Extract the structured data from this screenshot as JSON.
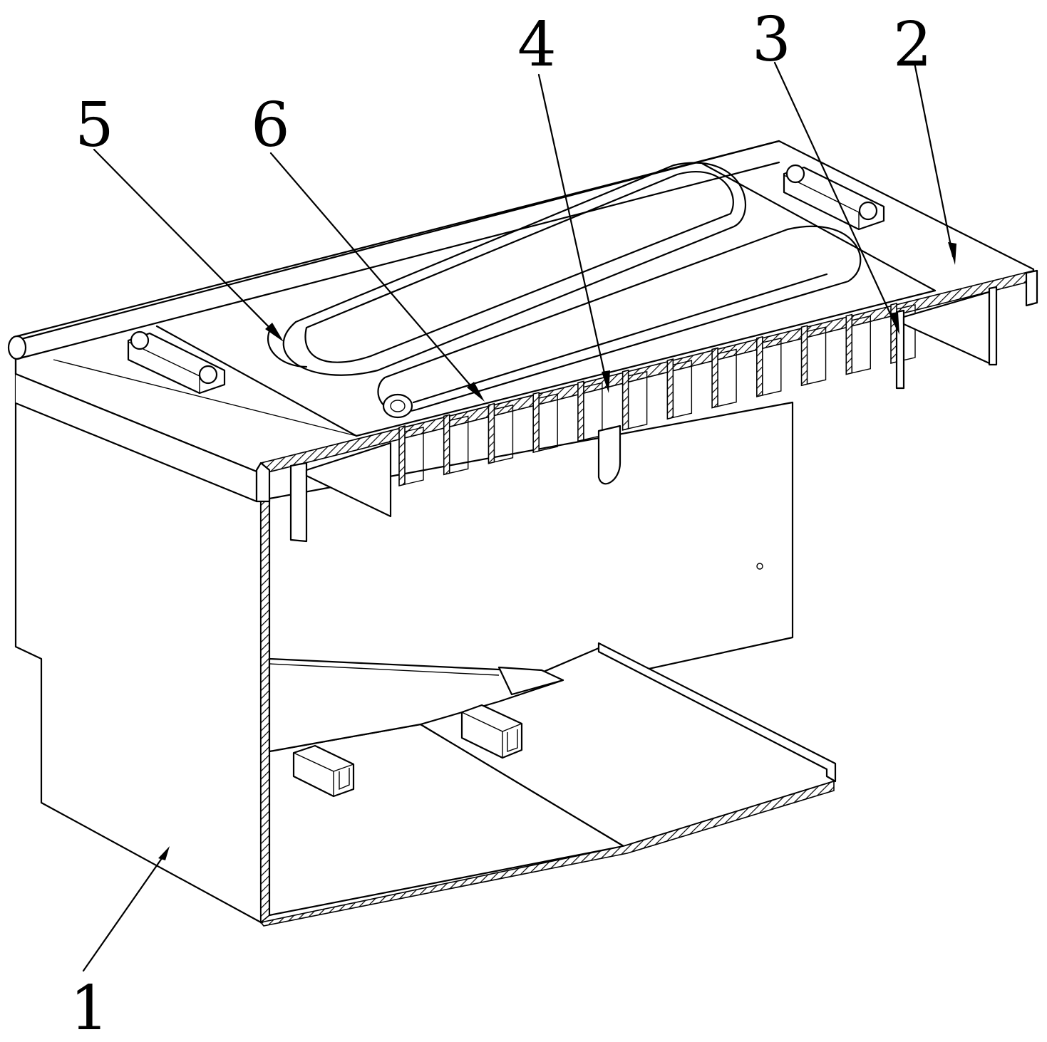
{
  "labels": [
    {
      "id": "part-1",
      "text": "1"
    },
    {
      "id": "part-2",
      "text": "2"
    },
    {
      "id": "part-3",
      "text": "3"
    },
    {
      "id": "part-4",
      "text": "4"
    },
    {
      "id": "part-5",
      "text": "5"
    },
    {
      "id": "part-6",
      "text": "6"
    }
  ],
  "colors": {
    "line": "#000000",
    "background": "#ffffff"
  }
}
